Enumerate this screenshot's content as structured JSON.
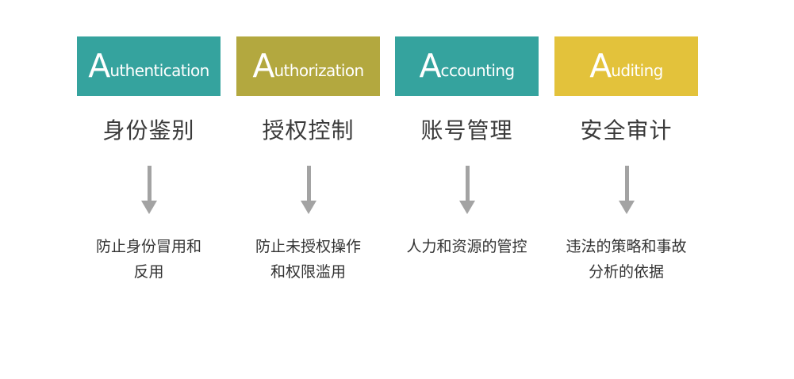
{
  "colors": {
    "teal": "#35a39e",
    "olive": "#b3a83f",
    "yellow": "#e3c23b",
    "arrow_gray": "#a3a3a3"
  },
  "columns": [
    {
      "header_initial": "A",
      "header_rest": "uthentication",
      "color": "#35a39e",
      "title": "身份鉴别",
      "desc_lines": [
        "防止身份冒用和",
        "反用"
      ]
    },
    {
      "header_initial": "A",
      "header_rest": "uthorization",
      "color": "#b3a83f",
      "title": "授权控制",
      "desc_lines": [
        "防止未授权操作",
        "和权限滥用"
      ]
    },
    {
      "header_initial": "A",
      "header_rest": "ccounting",
      "color": "#35a39e",
      "title": "账号管理",
      "desc_lines": [
        "人力和资源的管控"
      ]
    },
    {
      "header_initial": "A",
      "header_rest": "uditing",
      "color": "#e3c23b",
      "title": "安全审计",
      "desc_lines": [
        "违法的策略和事故",
        "分析的依据"
      ]
    }
  ]
}
